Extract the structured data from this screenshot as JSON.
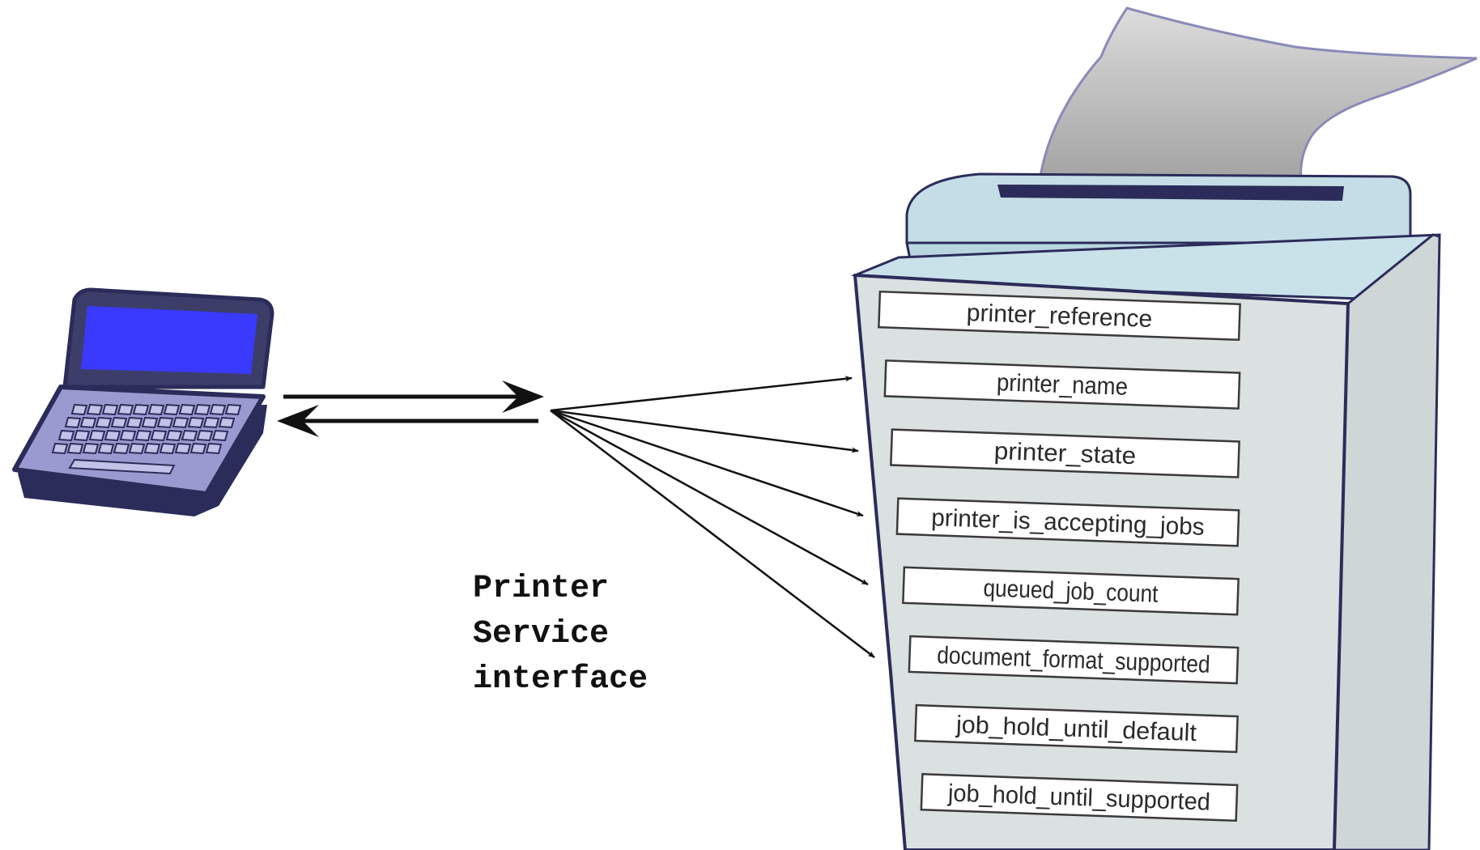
{
  "service_label": {
    "lines": [
      "Printer",
      "Service",
      "interface"
    ]
  },
  "printer": {
    "fields": [
      "printer_reference",
      "printer_name",
      "printer_state",
      "printer_is_accepting_jobs",
      "queued_job_count",
      "document_format_supported",
      "job_hold_until_default",
      "job_hold_until_supported"
    ]
  },
  "icons": {
    "client": "laptop-icon",
    "device": "printer-icon"
  },
  "colors": {
    "laptop_screen": "#3a3aff",
    "laptop_body": "#9a9ad0",
    "laptop_dark": "#2c2c5a",
    "printer_body": "#dbe0e0",
    "printer_top": "#c4dde6",
    "paper": "#c8c8c8",
    "arrow": "#111111"
  }
}
